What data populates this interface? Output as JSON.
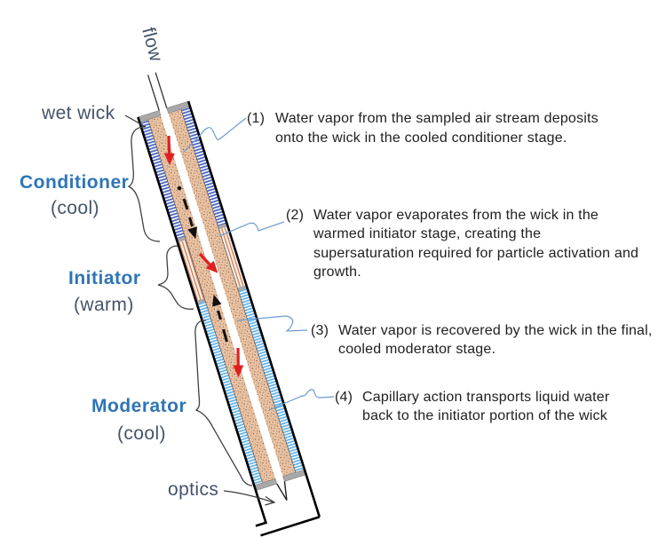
{
  "figure": {
    "flow_label": "flow",
    "wick_label": "wet wick",
    "optics_label": "optics",
    "stages": [
      {
        "name": "Conditioner",
        "temp": "(cool)"
      },
      {
        "name": "Initiator",
        "temp": "(warm)"
      },
      {
        "name": "Moderator",
        "temp": "(cool)"
      }
    ],
    "notes": [
      {
        "num": "(1)",
        "lines": [
          "Water vapor from the sampled air stream deposits",
          "onto the wick in the cooled conditioner stage."
        ]
      },
      {
        "num": "(2)",
        "lines": [
          "Water vapor evaporates from the wick in the",
          "warmed initiator stage, creating the",
          "supersaturation required for particle activation and",
          "growth."
        ]
      },
      {
        "num": "(3)",
        "lines": [
          "Water vapor is recovered by the wick in the final,",
          "cooled moderator stage."
        ]
      },
      {
        "num": "(4)",
        "lines": [
          "Capillary action transports liquid water",
          "back to the initiator portion of the wick"
        ]
      }
    ]
  },
  "colors": {
    "stage_label": "#2e75b6",
    "secondary_label": "#44546a",
    "leader": "#6a9bd1",
    "flow_arrow": "#e02020",
    "wick": "#ebc4a4",
    "conditioner_jacket": "#4a66c0",
    "moderator_jacket": "#5db1ea",
    "initiator_jacket": "#c9805a"
  }
}
